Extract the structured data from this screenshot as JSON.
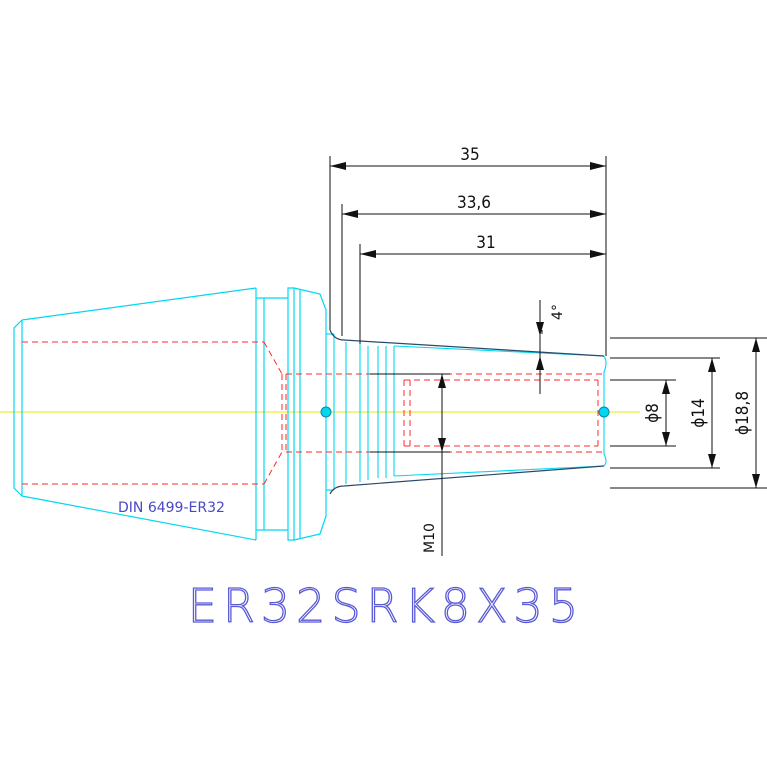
{
  "title": "ER32SRK8X35",
  "standard_label": "DIN 6499-ER32",
  "dimensions": {
    "overall_length": "35",
    "mid_length": "33,6",
    "inner_length": "31",
    "taper_angle": "4°",
    "bore_dia": "ϕ8",
    "mid_dia": "ϕ14",
    "outer_dia": "ϕ18,8",
    "thread": "M10"
  },
  "colors": {
    "outline": "#00d8f0",
    "hidden": "#ff2a2a",
    "centerline": "#e8e800",
    "dimension": "#111111",
    "title": "#5a5ad6",
    "body_outline": "#2a4a6a"
  }
}
